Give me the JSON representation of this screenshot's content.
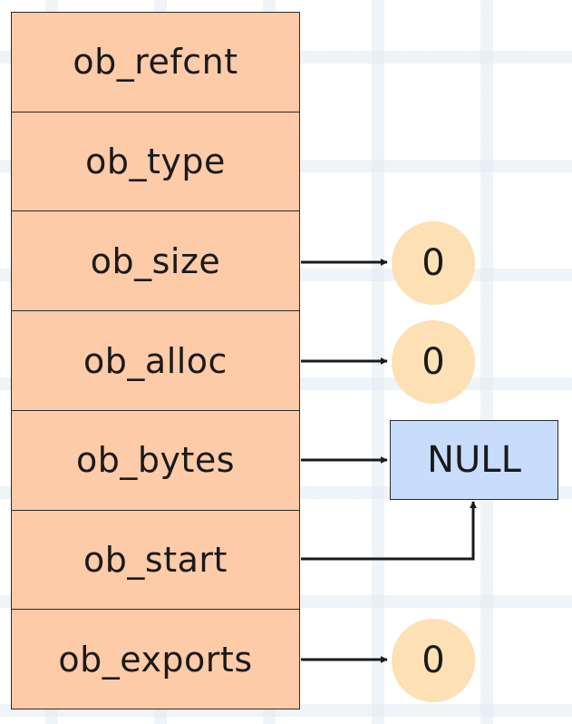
{
  "struct": {
    "fields": [
      {
        "key": "ob_refcnt",
        "label": "ob_refcnt"
      },
      {
        "key": "ob_type",
        "label": "ob_type"
      },
      {
        "key": "ob_size",
        "label": "ob_size"
      },
      {
        "key": "ob_alloc",
        "label": "ob_alloc"
      },
      {
        "key": "ob_bytes",
        "label": "ob_bytes"
      },
      {
        "key": "ob_start",
        "label": "ob_start"
      },
      {
        "key": "ob_exports",
        "label": "ob_exports"
      }
    ]
  },
  "values": {
    "ob_size": "0",
    "ob_alloc": "0",
    "ob_exports": "0",
    "null_target": "NULL"
  },
  "colors": {
    "field_fill": "#fecba8",
    "value_circle_fill": "#fde0b4",
    "null_box_fill": "#c8dcfb",
    "line": "#1a1a1a"
  }
}
